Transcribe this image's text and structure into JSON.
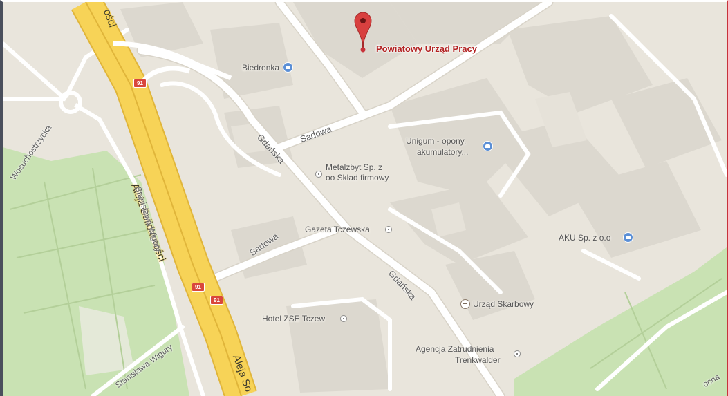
{
  "marker": {
    "title": "Powiatowy Urząd Pracy",
    "color": "#c8323a"
  },
  "streets": {
    "solidarnosci_main": "Aleja Solidarności",
    "solidarnosci_bottom": "Aleja So",
    "solidarnosci_top": "ości",
    "sadowa_upper": "Sadowa",
    "sadowa_lower": "Sadowa",
    "gdanska_upper": "Gdańska",
    "gdanska_lower": "Gdańska",
    "wigury_right": "Stanisława Wigury",
    "wigury_left": "Stanisława Wigury",
    "krosuchostrzycka": "Wosuchostrzycka",
    "bottom_right": "ocna"
  },
  "route_shield": "91",
  "pois": {
    "biedronka": "Biedronka",
    "unigum": [
      "Unigum - opony,",
      "akumulatory..."
    ],
    "metalzbyt": [
      "Metalzbyt Sp. z",
      "oo Skład firmowy"
    ],
    "gazeta": "Gazeta Tczewska",
    "aku": "AKU Sp. z o.o",
    "urzad_skarbowy": "Urząd Skarbowy",
    "hotel": "Hotel ZSE Tczew",
    "agencja": [
      "Agencja Zatrudnienia",
      "Trenkwalder"
    ]
  },
  "icons": {
    "shop": "shopping-icon",
    "generic_poi": "poi-dot-icon",
    "government": "government-building-icon",
    "marker": "map-pin-icon"
  },
  "colors": {
    "land": "#e9e5dc",
    "park": "#c9e2b3",
    "building": "#d9d5cc",
    "road": "#ffffff",
    "highway": "#f7d357",
    "highway_edge": "#e0b53a"
  }
}
